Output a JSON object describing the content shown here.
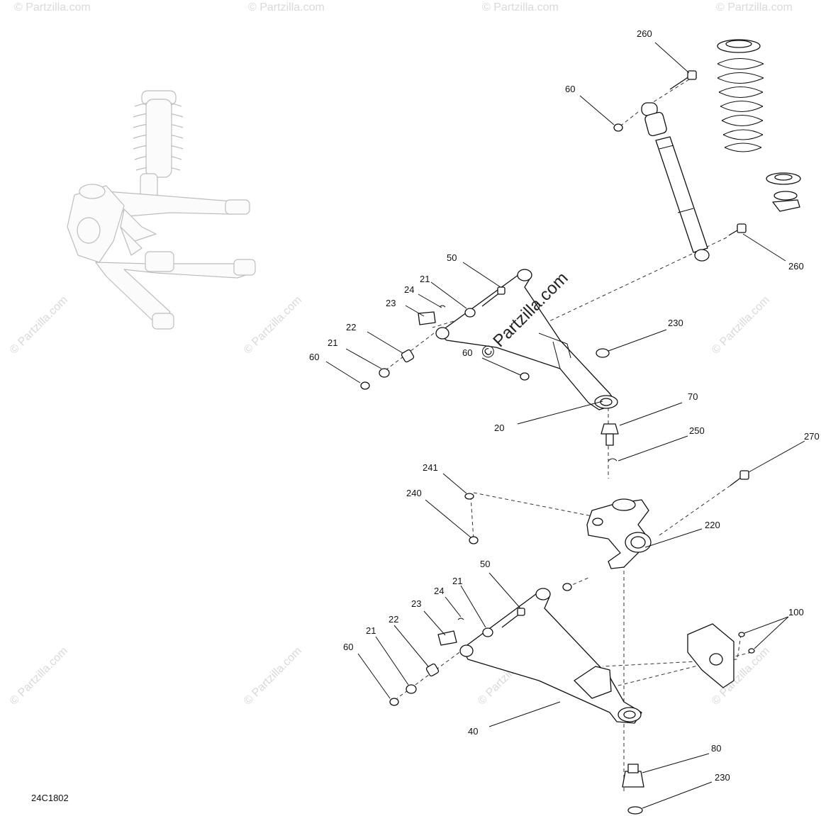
{
  "diagram": {
    "reference_code": "24C1802",
    "watermark_text": "© Partzilla.com",
    "callouts": {
      "c260a": "260",
      "c60a": "60",
      "c260b": "260",
      "c50a": "50",
      "c21a": "21",
      "c24a": "24",
      "c23a": "23",
      "c22a": "22",
      "c21b": "21",
      "c60b": "60",
      "c60c": "60",
      "c230a": "230",
      "c20": "20",
      "c70": "70",
      "c250": "250",
      "c270": "270",
      "c241": "241",
      "c240": "240",
      "c220": "220",
      "c50b": "50",
      "c24b": "24",
      "c21c": "21",
      "c23b": "23",
      "c22b": "22",
      "c21d": "21",
      "c60d": "60",
      "c100": "100",
      "c40": "40",
      "c80": "80",
      "c230b": "230"
    }
  }
}
